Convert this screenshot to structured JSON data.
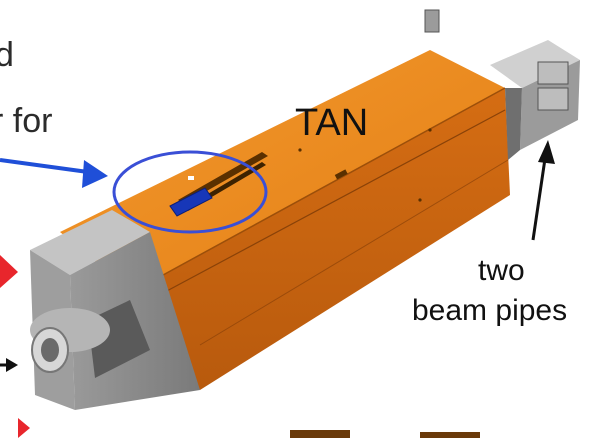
{
  "labels": {
    "tan": "TAN",
    "pipes_line1": "two",
    "pipes_line2": "beam pipes",
    "cut_top": "d",
    "cut_for": "r for"
  },
  "colors": {
    "orange_top": "#f08a1c",
    "orange_side": "#d26a12",
    "gray_light": "#b9b9b9",
    "gray_mid": "#8e8e8e",
    "gray_dark": "#4a4a4a",
    "highlight_ellipse": "#3a4fd6",
    "pointer_arrow": "#1f4fd8",
    "blue_block": "#1737b8",
    "red_marker": "#e8262c"
  }
}
